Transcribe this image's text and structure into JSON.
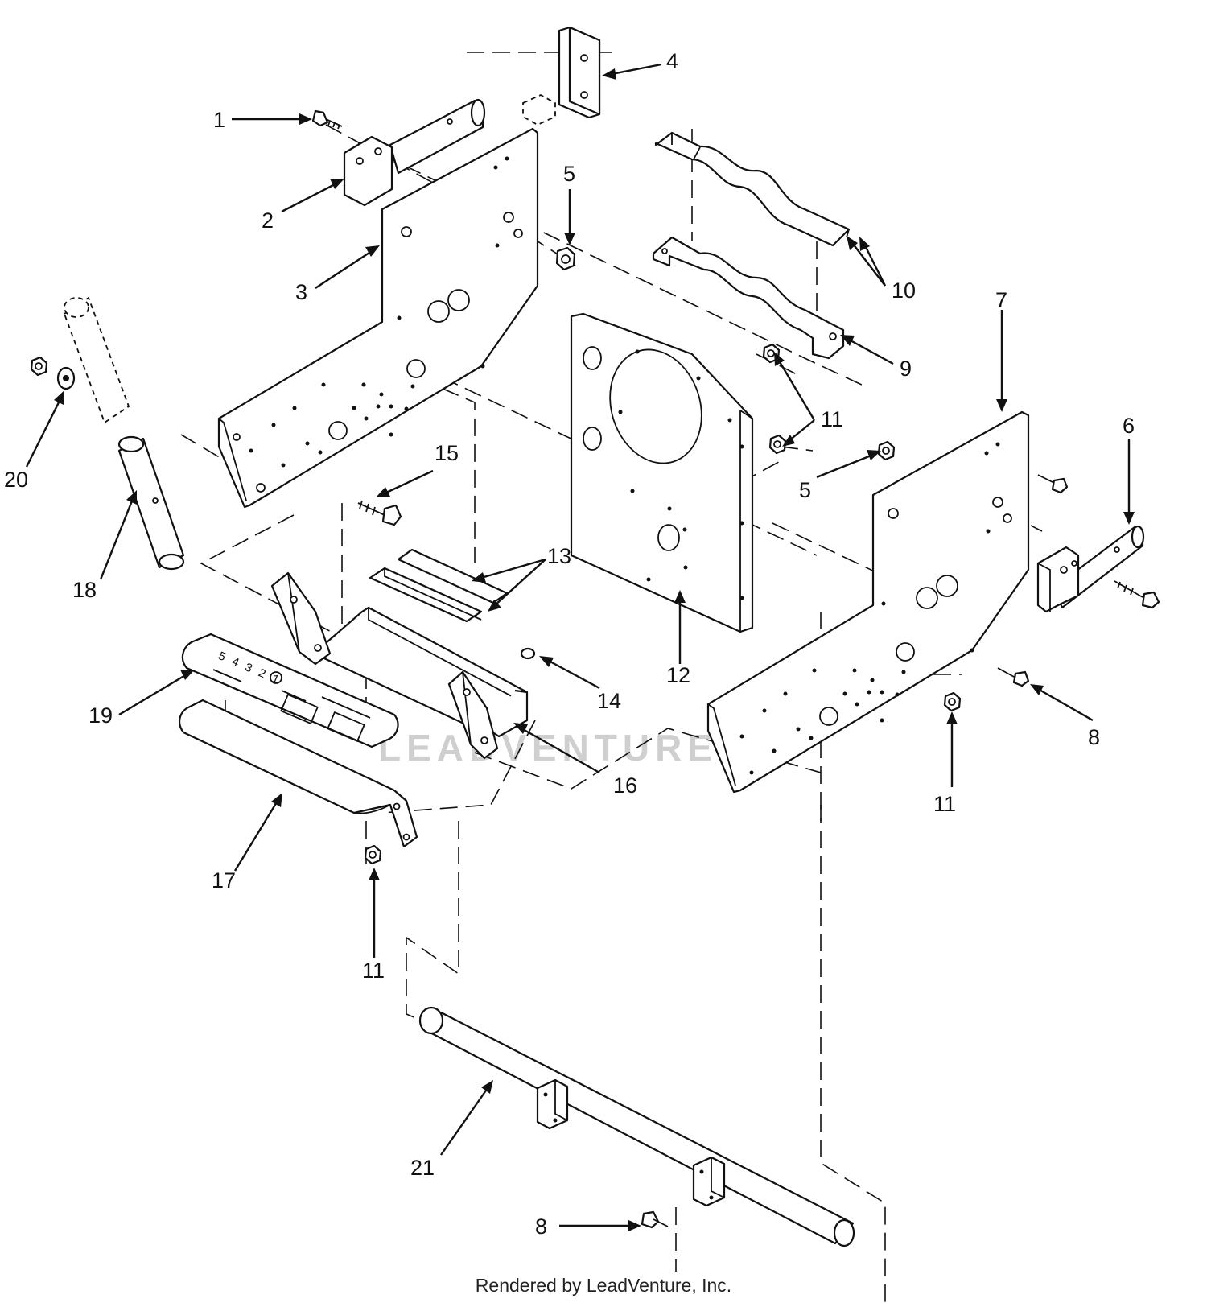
{
  "callouts": [
    {
      "id": "c1",
      "text": "1"
    },
    {
      "id": "c2",
      "text": "2"
    },
    {
      "id": "c3",
      "text": "3"
    },
    {
      "id": "c4",
      "text": "4"
    },
    {
      "id": "c5a",
      "text": "5"
    },
    {
      "id": "c5b",
      "text": "5"
    },
    {
      "id": "c6",
      "text": "6"
    },
    {
      "id": "c7",
      "text": "7"
    },
    {
      "id": "c8a",
      "text": "8"
    },
    {
      "id": "c8b",
      "text": "8"
    },
    {
      "id": "c9",
      "text": "9"
    },
    {
      "id": "c10",
      "text": "10"
    },
    {
      "id": "c11a",
      "text": "11"
    },
    {
      "id": "c11b",
      "text": "11"
    },
    {
      "id": "c11c",
      "text": "11"
    },
    {
      "id": "c12",
      "text": "12"
    },
    {
      "id": "c13",
      "text": "13"
    },
    {
      "id": "c14",
      "text": "14"
    },
    {
      "id": "c15",
      "text": "15"
    },
    {
      "id": "c16",
      "text": "16"
    },
    {
      "id": "c17",
      "text": "17"
    },
    {
      "id": "c18",
      "text": "18"
    },
    {
      "id": "c19",
      "text": "19"
    },
    {
      "id": "c20",
      "text": "20"
    },
    {
      "id": "c21",
      "text": "21"
    }
  ],
  "decal_text": "5 4 3 2 1",
  "watermark": "LEADVENTURE",
  "footer": "Rendered by LeadVenture, Inc."
}
